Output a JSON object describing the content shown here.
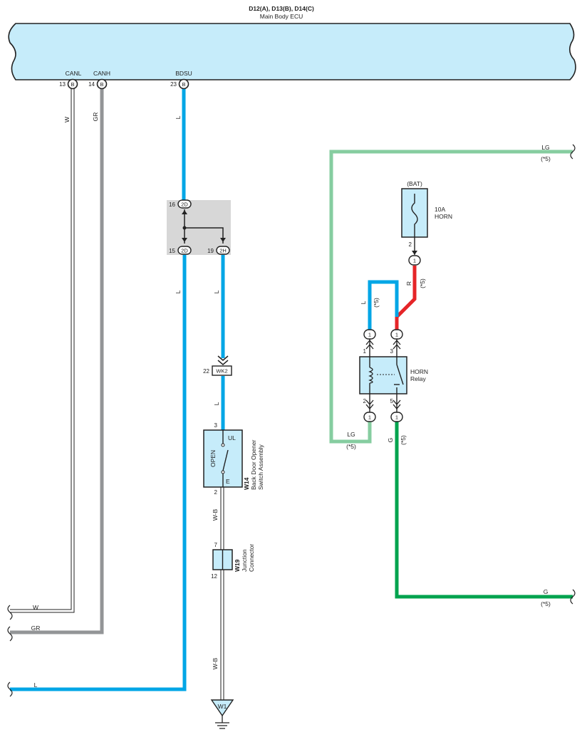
{
  "ecu": {
    "title": "D12(A), D13(B), D14(C)",
    "subtitle": "Main Body ECU",
    "terminals": [
      {
        "name": "CANL",
        "pin": "13",
        "conn": "B"
      },
      {
        "name": "CANH",
        "pin": "14",
        "conn": "B"
      },
      {
        "name": "BDSU",
        "pin": "23",
        "conn": "B"
      }
    ]
  },
  "colors": {
    "L": "#00a6e6",
    "GR": "#939597",
    "W": "#ffffff",
    "LG": "#86cda0",
    "G": "#00a34e",
    "R": "#e52528",
    "WB": "#ffffff",
    "ecu_fill": "#c6ecfa",
    "junction_fill": "#d7d7d7",
    "component_fill": "#c6ecfa"
  },
  "wire_labels": {
    "w": "W",
    "gr": "GR",
    "l": "L",
    "lg": "LG",
    "g": "G",
    "r": "R",
    "wb": "W-B",
    "note": "(*5)"
  },
  "junction": {
    "pins": [
      {
        "pin": "16",
        "conn": "2D"
      },
      {
        "pin": "15",
        "conn": "2D"
      },
      {
        "pin": "19",
        "conn": "2H"
      }
    ]
  },
  "connector_wk2": {
    "pin": "22",
    "name": "WK2"
  },
  "switch": {
    "code": "W14",
    "name_line1": "Back Door Opener",
    "name_line2": "Switch Assembly",
    "label": "OPEN",
    "term_top": "UL",
    "term_bottom": "E",
    "pin_top": "3",
    "pin_bottom": "2"
  },
  "junction_connector": {
    "code": "W19",
    "name_line1": "Junction",
    "name_line2": "Connector",
    "pin_top": "7",
    "pin_bottom": "12"
  },
  "ground": {
    "code": "W1"
  },
  "fuse": {
    "source": "(BAT)",
    "rating": "10A",
    "name": "HORN",
    "pin": "2",
    "conn": "1"
  },
  "relay": {
    "name_line1": "HORN",
    "name_line2": "Relay",
    "pins_top": [
      "1",
      "3"
    ],
    "pins_bottom": [
      "2",
      "5"
    ],
    "conn": "1"
  }
}
